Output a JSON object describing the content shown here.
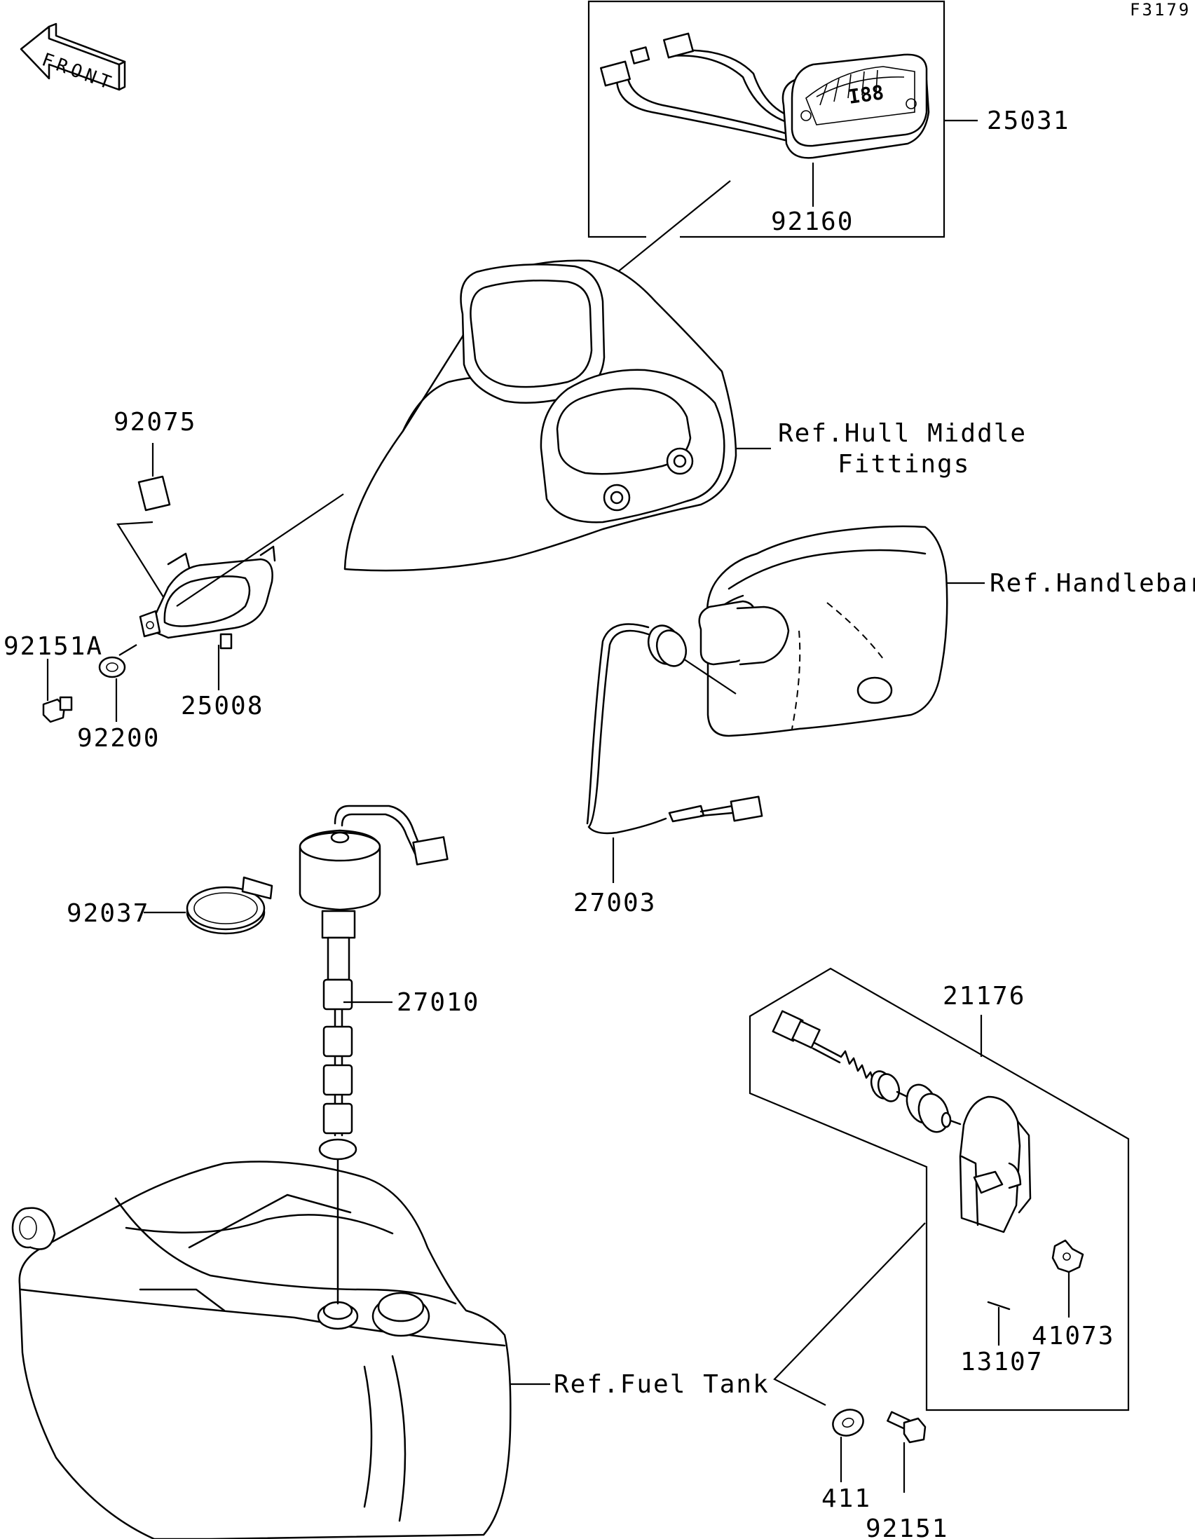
{
  "figure_code": "F3179",
  "front_label": "FRONT",
  "parts": {
    "p25031": "25031",
    "p92160": "92160",
    "p92075": "92075",
    "p25008": "25008",
    "p92151A": "92151A",
    "p92200": "92200",
    "p27003": "27003",
    "p92037": "92037",
    "p27010": "27010",
    "p21176": "21176",
    "p41073": "41073",
    "p13107": "13107",
    "p411": "411",
    "p92151": "92151"
  },
  "refs": {
    "hull_line1": "Ref.Hull Middle",
    "hull_line2": "Fittings",
    "handlebar": "Ref.Handlebar",
    "fuel_tank": "Ref.Fuel Tank"
  }
}
